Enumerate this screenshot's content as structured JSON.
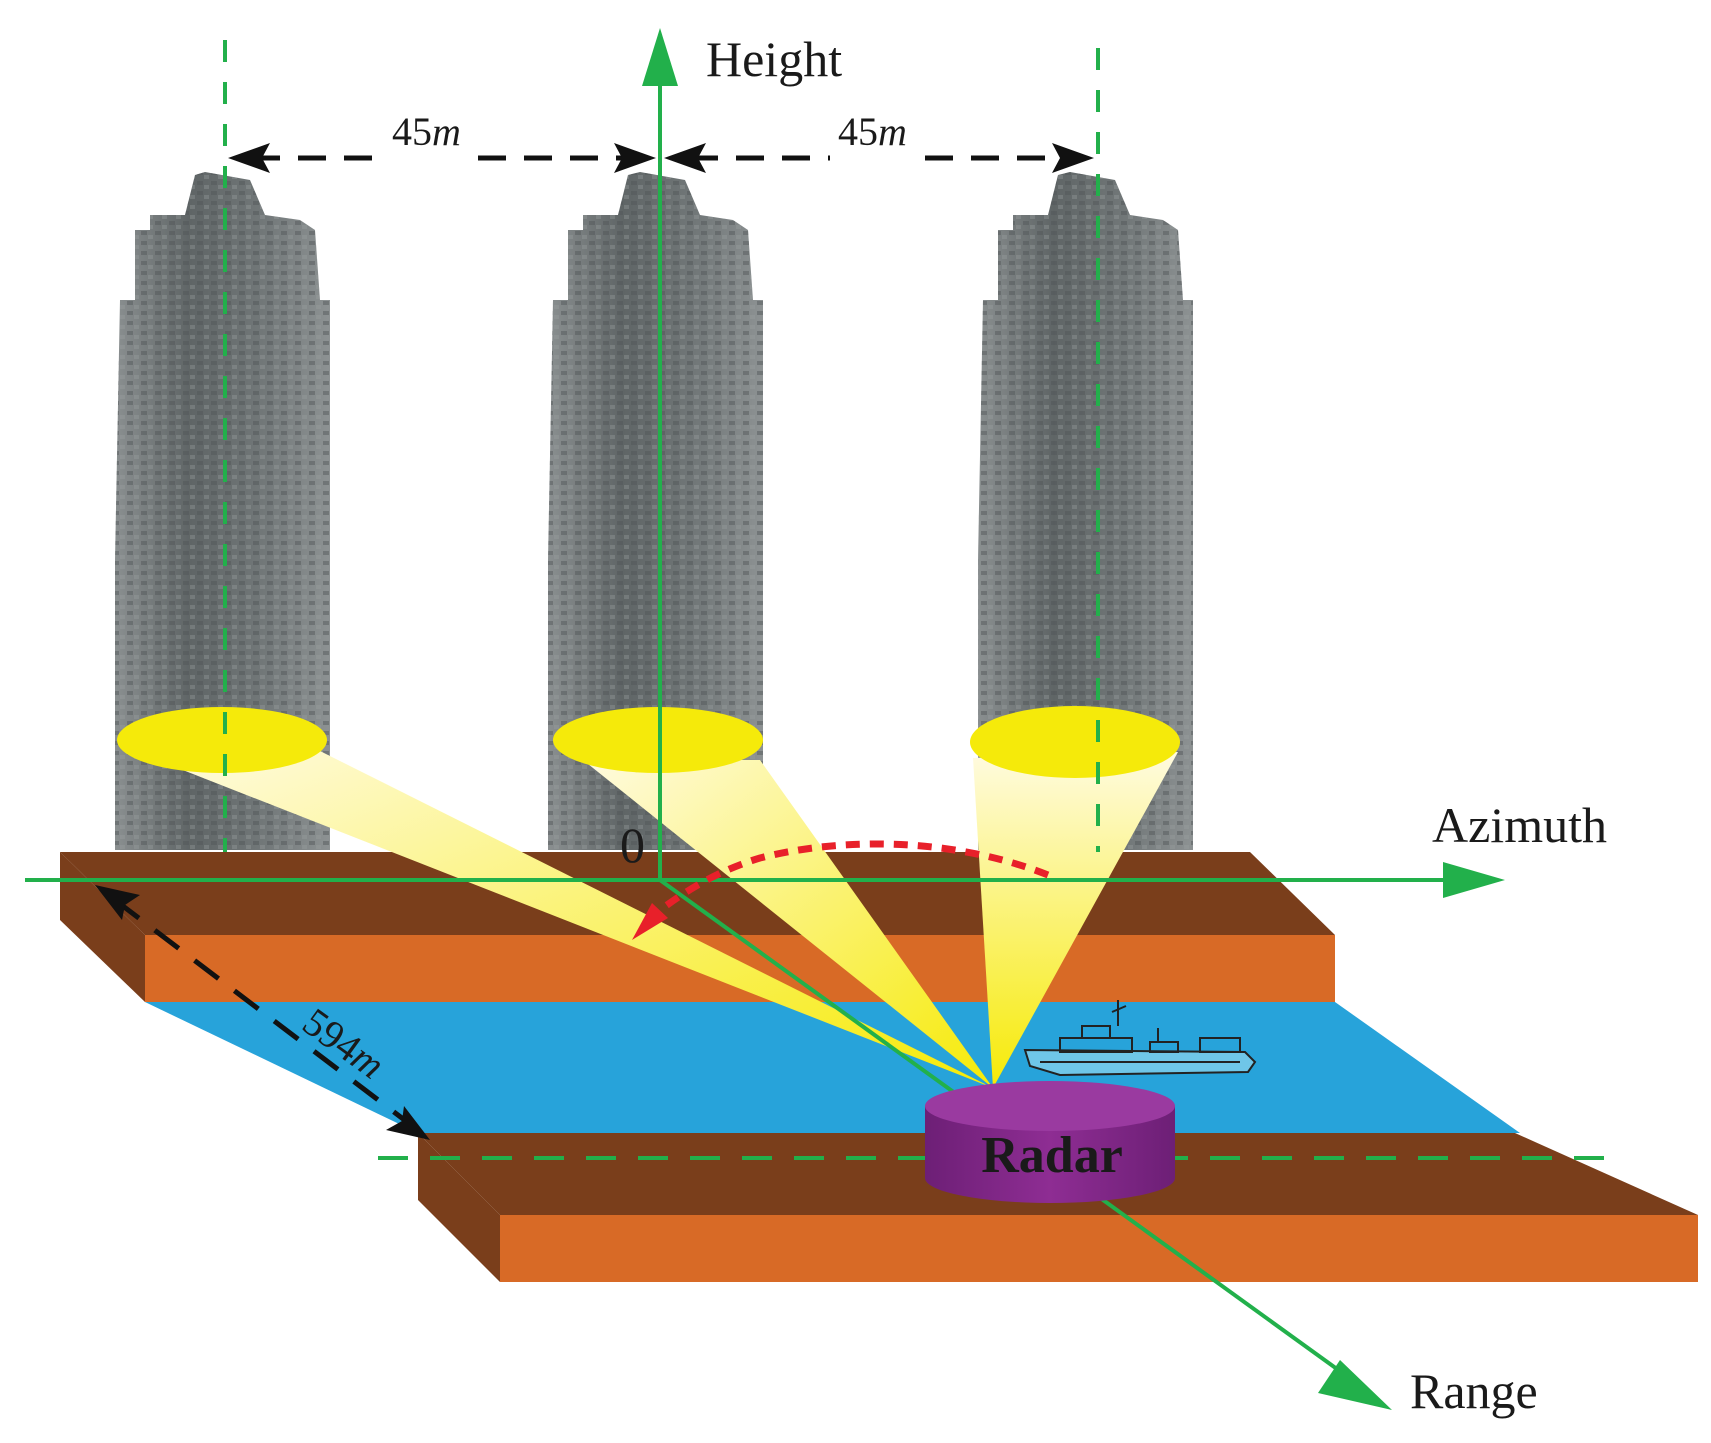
{
  "diagram": {
    "axes": {
      "height_label": "Height",
      "azimuth_label": "Azimuth",
      "range_label": "Range",
      "origin_label": "0"
    },
    "dimensions": {
      "left_spacing": "45",
      "right_spacing": "45",
      "river_width": "594",
      "unit": "m"
    },
    "radar_label": "Radar",
    "colors": {
      "axis_green": "#22b04b",
      "bank_top": "#7a3e1b",
      "bank_front": "#d86a26",
      "river": "#27a3da",
      "beam_yellow": "#f5ea0a",
      "radar_purple": "#8a2a8f",
      "track_red": "#e8202a",
      "building_gray": "#6f7576"
    },
    "icons": [
      "building-icon",
      "ship-icon",
      "radar-icon"
    ]
  }
}
